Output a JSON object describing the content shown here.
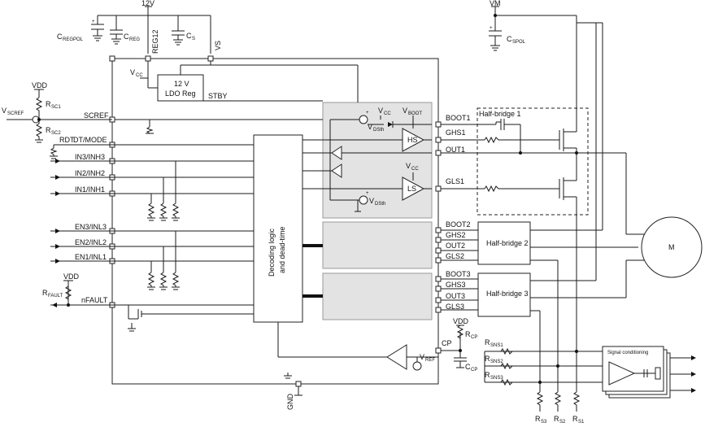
{
  "supplies": {
    "v12": "12V",
    "vm": "VM",
    "vdd": "VDD",
    "vcc": "V",
    "vcc_sub": "CC",
    "vboot": "V",
    "vboot_sub": "BOOT",
    "vdsth": "V",
    "vdsth_sub": "DSth",
    "vref": "V",
    "vref_sub": "REF",
    "vscref": "V",
    "vscref_sub": "SCREF",
    "gnd": "GND"
  },
  "caps": {
    "cregpol": "C",
    "cregpol_sub": "REGPOL",
    "creg": "C",
    "creg_sub": "REG",
    "cs": "C",
    "cs_sub": "S",
    "cspol": "C",
    "cspol_sub": "SPOL",
    "ccp": "C",
    "ccp_sub": "CP"
  },
  "resistors": {
    "rsc1": "R",
    "rsc1_sub": "SC1",
    "rsc2": "R",
    "rsc2_sub": "SC2",
    "rdt": "RDT",
    "rfault": "R",
    "rfault_sub": "FAULT",
    "rcp": "R",
    "rcp_sub": "CP",
    "rsns1": "R",
    "rsns1_sub": "SNS1",
    "rsns2": "R",
    "rsns2_sub": "SNS2",
    "rsns3": "R",
    "rsns3_sub": "SNS3",
    "rs3": "R",
    "rs3_sub": "S3",
    "rs2": "R",
    "rs2_sub": "S2",
    "rs1": "R",
    "rs1_sub": "S1"
  },
  "pins": {
    "reg12": "REG12",
    "vs": "VS",
    "stby": "STBY",
    "screF": "SCREF",
    "dtmode": "DT/MODE",
    "in3": "IN3/INH3",
    "in2": "IN2/INH2",
    "in1": "IN1/INH1",
    "en3": "EN3/INL3",
    "en2": "EN2/INL2",
    "en1": "EN1/INL1",
    "nfault": "nFAULT",
    "boot1": "BOOT1",
    "ghs1": "GHS1",
    "out1": "OUT1",
    "gls1": "GLS1",
    "boot2": "BOOT2",
    "ghs2": "GHS2",
    "out2": "OUT2",
    "gls2": "GLS2",
    "boot3": "BOOT3",
    "ghs3": "GHS3",
    "out3": "OUT3",
    "gls3": "GLS3",
    "cp": "CP"
  },
  "blocks": {
    "ldo_line1": "12 V",
    "ldo_line2": "LDO Reg",
    "decoding_line1": "Decoding logic",
    "decoding_line2": "and dead-time",
    "hs": "HS",
    "ls": "LS",
    "hb1": "Half-bridge 1",
    "hb2": "Half-bridge 2",
    "hb3": "Half-bridge 3",
    "motor": "M",
    "signal_cond": "Signal conditioning"
  },
  "symbols": {
    "plus": "+",
    "minus": "−"
  }
}
